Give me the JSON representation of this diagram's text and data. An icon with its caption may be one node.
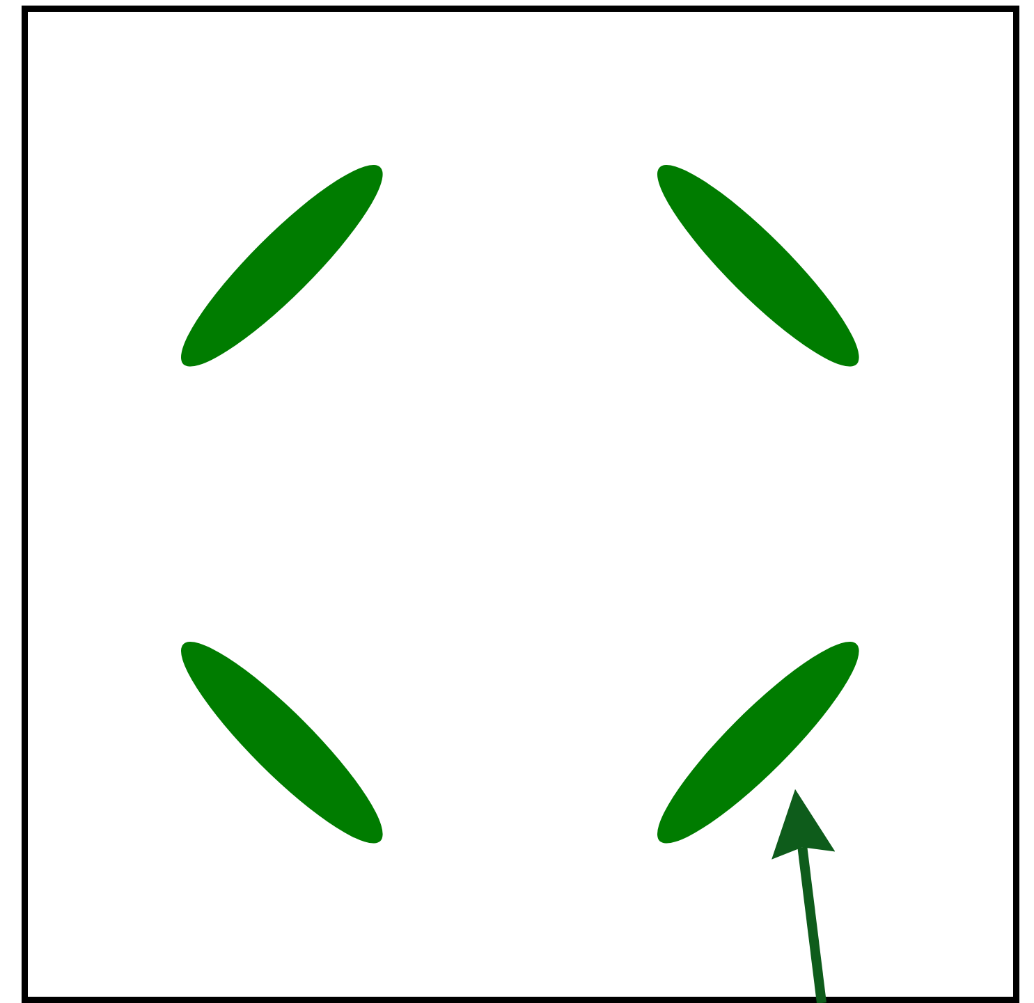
{
  "diagram": {
    "nodes": [
      {
        "text": [],
        "shape": "box"
      },
      {
        "text": [],
        "shape": "leaf",
        "in": 0
      },
      {
        "text": [],
        "shape": "leaf",
        "in": 0
      },
      {
        "text": [],
        "shape": "leaf",
        "in": 0
      },
      {
        "text": [],
        "shape": "leaf",
        "in": 0
      }
    ],
    "edges": [
      {
        "from": null,
        "to": 4,
        "arrow": "to"
      }
    ]
  }
}
